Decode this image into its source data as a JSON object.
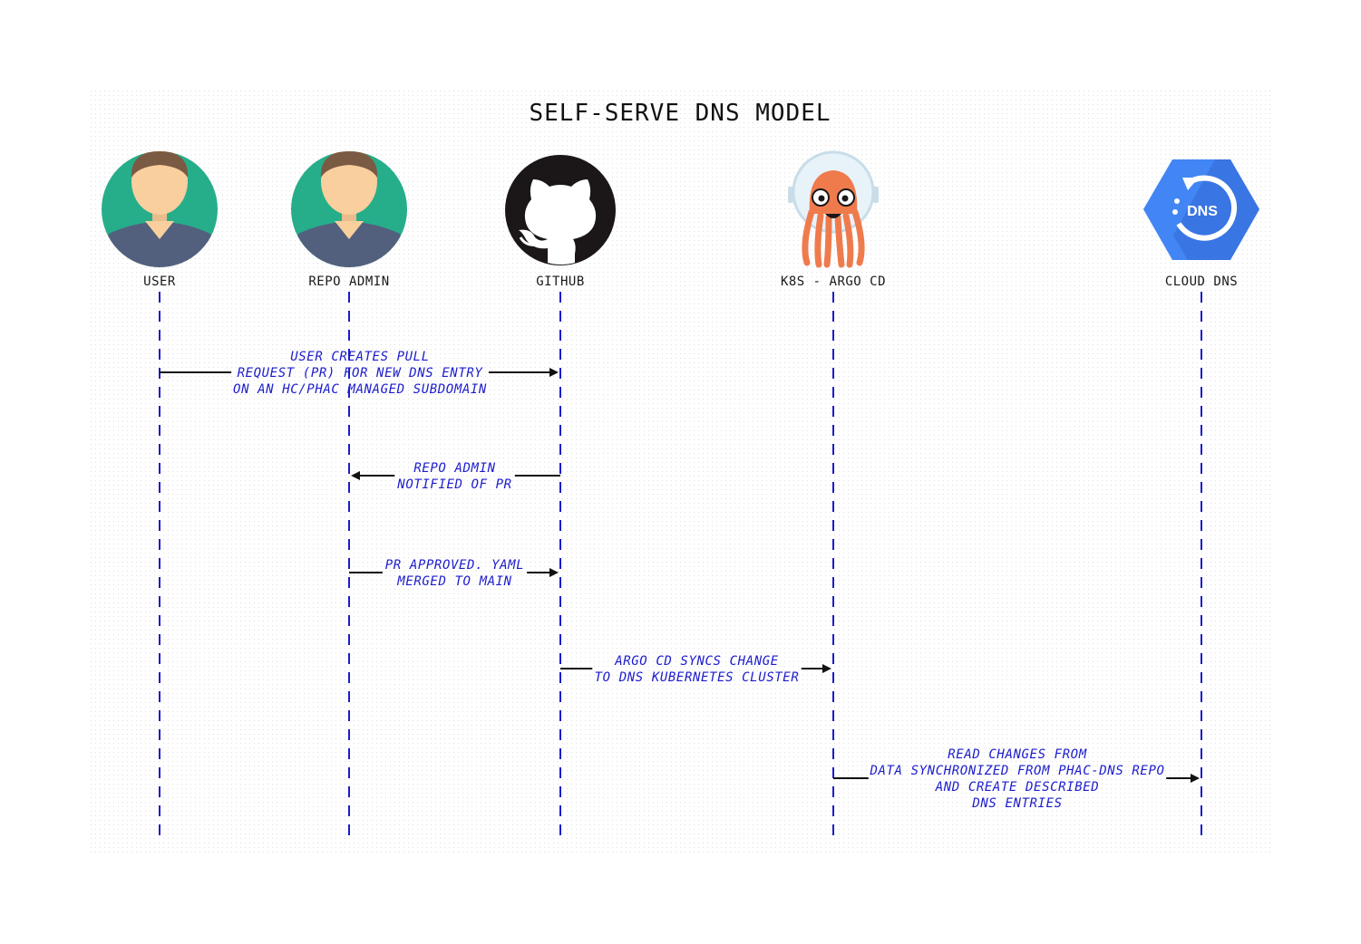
{
  "diagram": {
    "title": "SELF-SERVE DNS MODEL",
    "colors": {
      "lifeline": "#1c1ccc",
      "message_text": "#1c1ccc",
      "arrow": "#111111",
      "person_bg": "#26ae8a",
      "person_skin": "#f9cf9d",
      "person_hair": "#7b5a44",
      "person_shirt": "#52607e",
      "github": "#1b1718",
      "argo_body": "#ef7b4d",
      "dns_hex": "#4285f4"
    },
    "actors": [
      {
        "id": "user",
        "label": "USER",
        "icon": "user-avatar-icon"
      },
      {
        "id": "repo-admin",
        "label": "REPO ADMIN",
        "icon": "user-avatar-icon"
      },
      {
        "id": "github",
        "label": "GITHUB",
        "icon": "github-logo-icon"
      },
      {
        "id": "argo",
        "label": "K8S - ARGO CD",
        "icon": "argo-octopus-icon"
      },
      {
        "id": "dns",
        "label": "CLOUD DNS",
        "icon": "cloud-dns-icon",
        "badge": "DNS"
      }
    ],
    "messages": [
      {
        "from": 0,
        "to": 2,
        "lines": [
          "USER CREATES PULL",
          "REQUEST (PR) FOR NEW DNS ENTRY",
          "ON AN HC/PHAC MANAGED SUBDOMAIN"
        ]
      },
      {
        "from": 2,
        "to": 1,
        "lines": [
          "REPO ADMIN",
          "NOTIFIED OF PR"
        ]
      },
      {
        "from": 1,
        "to": 2,
        "lines": [
          "PR APPROVED. YAML",
          "MERGED TO MAIN"
        ]
      },
      {
        "from": 2,
        "to": 3,
        "lines": [
          "ARGO CD SYNCS CHANGE",
          "TO DNS KUBERNETES CLUSTER"
        ]
      },
      {
        "from": 3,
        "to": 4,
        "lines": [
          "READ CHANGES FROM",
          "DATA SYNCHRONIZED FROM PHAC-DNS REPO",
          "AND CREATE DESCRIBED",
          "DNS ENTRIES"
        ]
      }
    ]
  }
}
